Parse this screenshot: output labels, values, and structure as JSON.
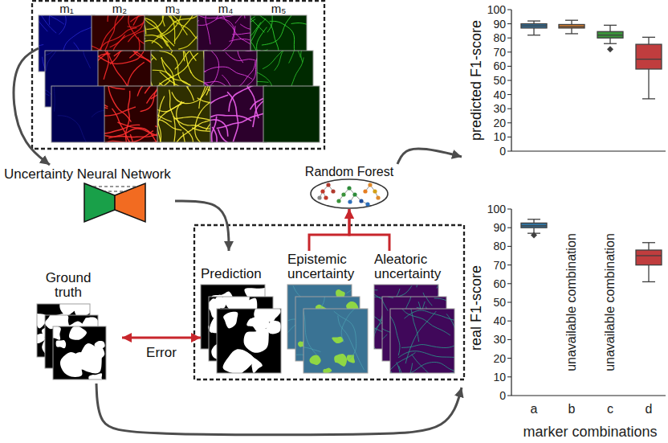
{
  "diagram": {
    "nodes": [
      {
        "text": [
          "m₁"
        ]
      },
      {
        "text": [
          "m₂"
        ]
      },
      {
        "text": [
          "m₃"
        ]
      },
      {
        "text": [
          "m₄"
        ]
      },
      {
        "text": [
          "m₅"
        ]
      },
      {
        "text": [
          "Uncertainty Neural Network"
        ]
      },
      {
        "text": [
          "Random Forest"
        ]
      },
      {
        "text": [
          "Ground truth"
        ]
      },
      {
        "text": [
          "Prediction"
        ]
      },
      {
        "text": [
          "Epistemic uncertainty"
        ]
      },
      {
        "text": [
          "Aleatoric uncertainty"
        ]
      },
      {
        "text": [
          "predicted F1-score"
        ]
      },
      {
        "text": [
          "real F1-score"
        ]
      }
    ],
    "edges": [
      {
        "from": 0,
        "to": 5,
        "arrow": "to"
      },
      {
        "from": 5,
        "to": 8,
        "arrow": "to"
      },
      {
        "from": 9,
        "to": 6,
        "arrow": "to"
      },
      {
        "from": 10,
        "to": 6,
        "arrow": "to"
      },
      {
        "from": 6,
        "to": 11,
        "arrow": "to"
      },
      {
        "from": 7,
        "to": 8,
        "label": "Error",
        "arrow": "both"
      },
      {
        "from": 7,
        "to": 12,
        "arrow": "to"
      }
    ],
    "labels": [
      "0",
      "10",
      "20",
      "30",
      "40",
      "50",
      "60",
      "70",
      "80",
      "90",
      "100",
      "0",
      "10",
      "20",
      "30",
      "40",
      "50",
      "60",
      "70",
      "80",
      "90",
      "100",
      "unavailable combination",
      "unavailable combination",
      "a",
      "b",
      "c",
      "d",
      "marker combinations"
    ]
  }
}
